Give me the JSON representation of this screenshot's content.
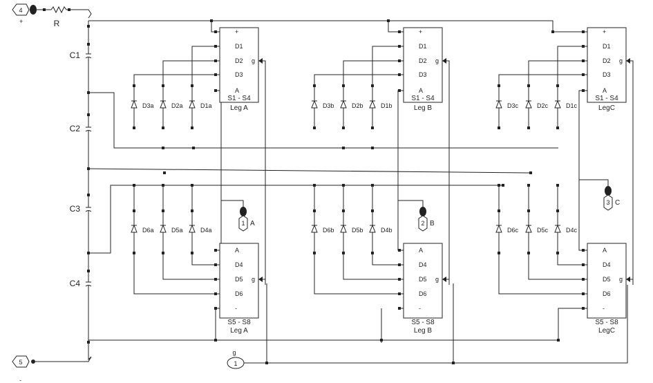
{
  "terminals": {
    "plus_num": "4",
    "plus_sign": "+",
    "minus_num": "5",
    "minus_sign": "-",
    "gate_num": "1",
    "gate_label": "g"
  },
  "resistor_label": "R",
  "capacitors": [
    "C1",
    "C2",
    "C3",
    "C4"
  ],
  "top_ports": [
    "+",
    "D1",
    "D2",
    "D3",
    "A"
  ],
  "bottom_ports": [
    "A",
    "D4",
    "D5",
    "D6",
    "-"
  ],
  "gate_port": "g",
  "legs": [
    {
      "upper_name": "S1 - S4",
      "upper_sub": "Leg A",
      "lower_name": "S5 - S8",
      "lower_sub": "Leg A",
      "upper_diodes": [
        "D3a",
        "D2a",
        "D1a"
      ],
      "lower_diodes": [
        "D6a",
        "D5a",
        "D4a"
      ],
      "out_num": "1",
      "out_label": "A"
    },
    {
      "upper_name": "S1 - S4",
      "upper_sub": "Leg B",
      "lower_name": "S5 - S8",
      "lower_sub": "Leg B",
      "upper_diodes": [
        "D3b",
        "D2b",
        "D1b"
      ],
      "lower_diodes": [
        "D6b",
        "D5b",
        "D4b"
      ],
      "out_num": "2",
      "out_label": "B"
    },
    {
      "upper_name": "S1 - S4",
      "upper_sub": "LegC",
      "lower_name": "S5 - S8",
      "lower_sub": "LegC",
      "upper_diodes": [
        "D3c",
        "D2c",
        "D1c"
      ],
      "lower_diodes": [
        "D6c",
        "D5c",
        "D4c"
      ],
      "out_num": "3",
      "out_label": "C"
    }
  ]
}
